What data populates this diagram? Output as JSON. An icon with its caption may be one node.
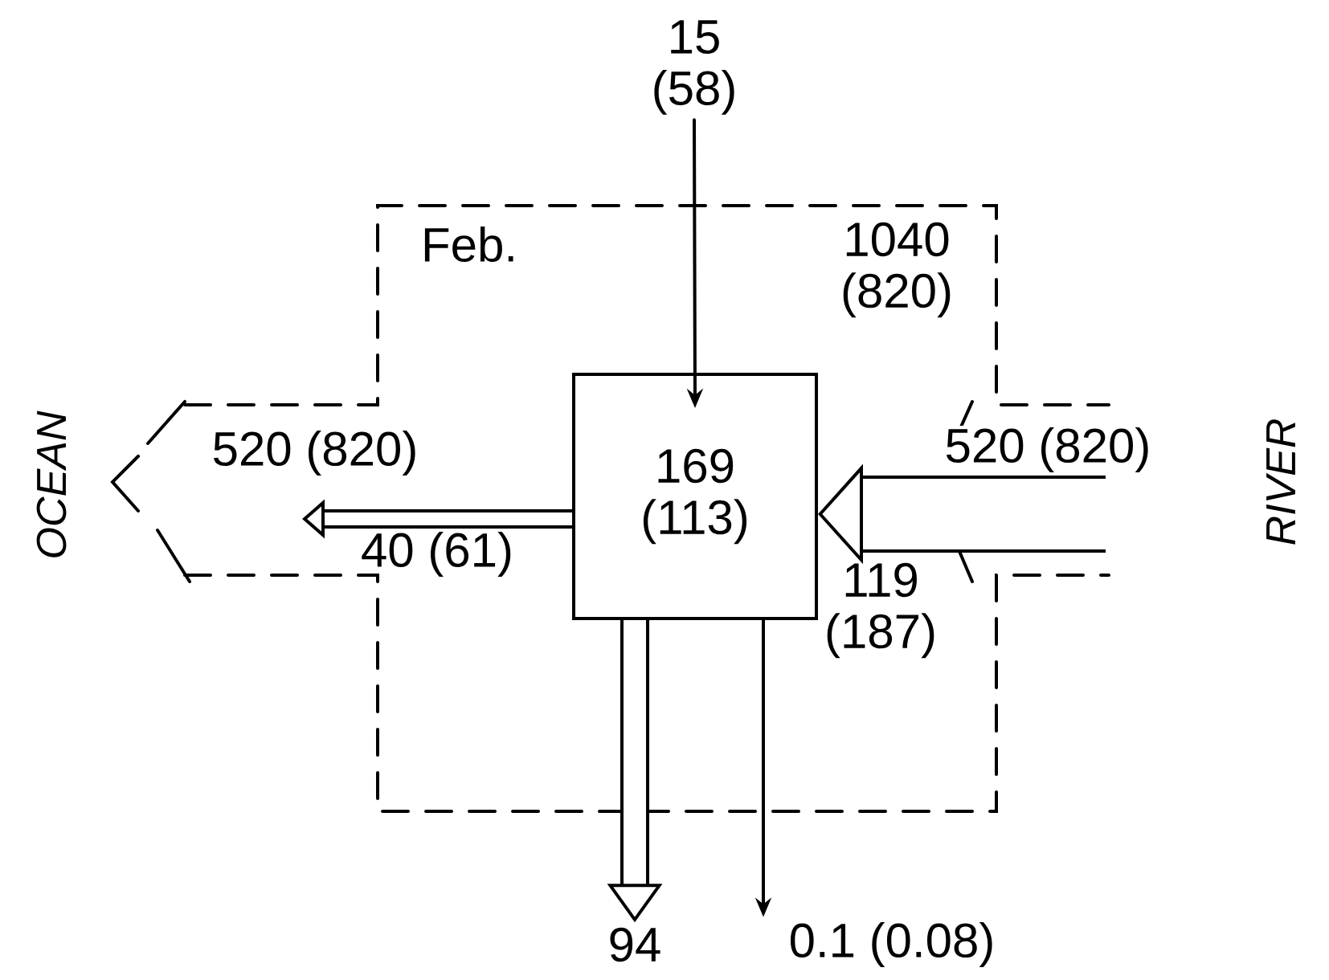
{
  "diagram": {
    "nodes": [
      {
        "text": [
          "Feb.",
          "1040 (820)"
        ]
      },
      {
        "text": [
          "169 (113)"
        ],
        "in": 0
      },
      {
        "text": [
          "15 (58)"
        ]
      },
      {
        "text": [
          "94"
        ]
      },
      {
        "text": [
          "0.1 (0.08)"
        ]
      }
    ],
    "edges": [
      {
        "from": 2,
        "to": 1,
        "arrow": "to"
      },
      {
        "from": null,
        "to": 1,
        "arrow": "to",
        "label": "520 (820)",
        "style": "thick"
      },
      {
        "from": 1,
        "to": null,
        "arrow": "to",
        "label": "520 (820)"
      },
      {
        "from": 1,
        "to": 3,
        "arrow": "to"
      },
      {
        "from": 1,
        "to": 4,
        "arrow": "to"
      }
    ],
    "labels": [
      "40 (61)",
      "119 (187)",
      "OCEAN",
      "RIVER"
    ]
  }
}
